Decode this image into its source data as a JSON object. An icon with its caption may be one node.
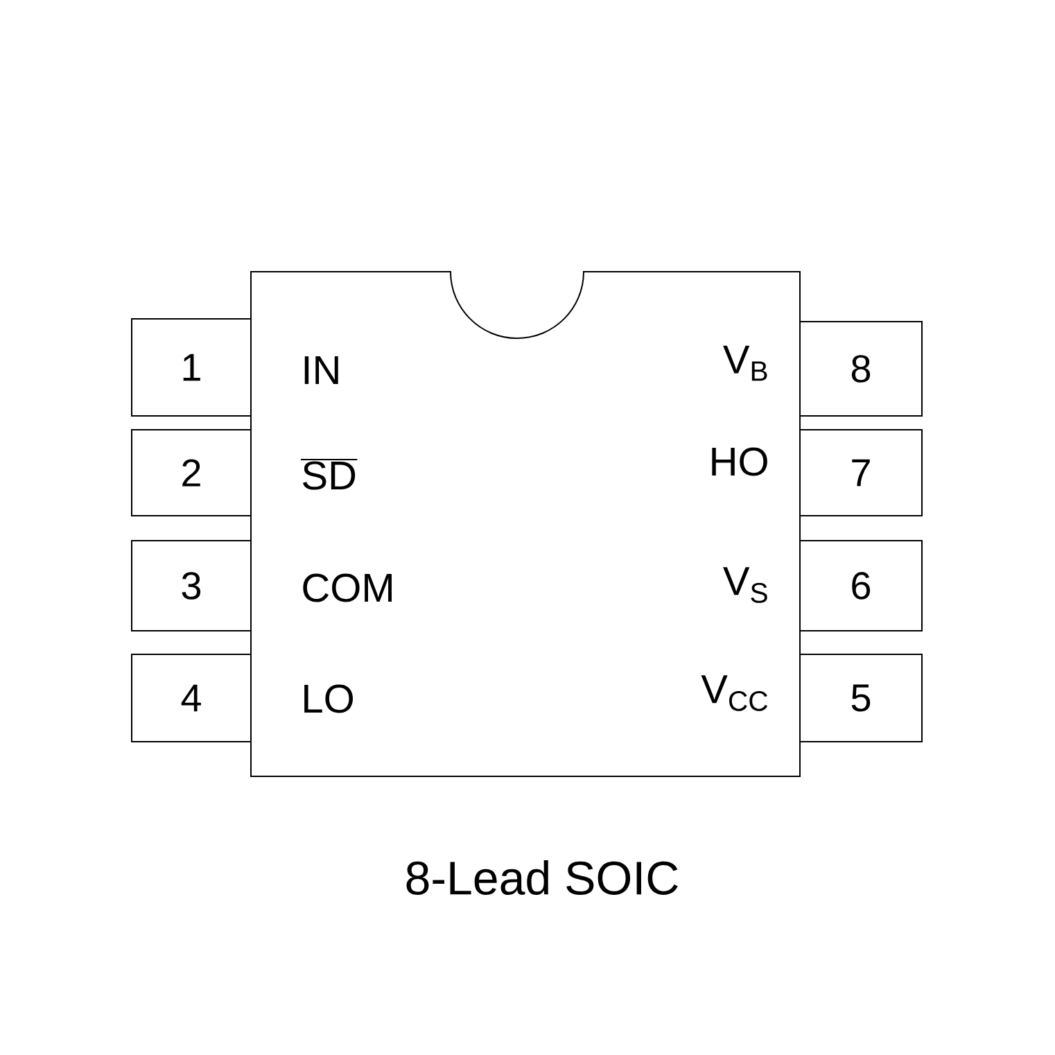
{
  "diagram": {
    "caption": "8-Lead SOIC",
    "nodes": [
      {
        "text": [],
        "shape": "box"
      },
      {
        "text": [
          "1"
        ]
      },
      {
        "text": [
          "2"
        ]
      },
      {
        "text": [
          "3"
        ]
      },
      {
        "text": [
          "4"
        ]
      },
      {
        "text": [
          "8"
        ]
      },
      {
        "text": [
          "7"
        ]
      },
      {
        "text": [
          "6"
        ]
      },
      {
        "text": [
          "5"
        ]
      }
    ],
    "labels": [
      "IN",
      "V$_{B}$",
      "SD",
      "HO",
      "COM",
      "V$_{S}$",
      "LO",
      "V$_{CC}$"
    ]
  }
}
